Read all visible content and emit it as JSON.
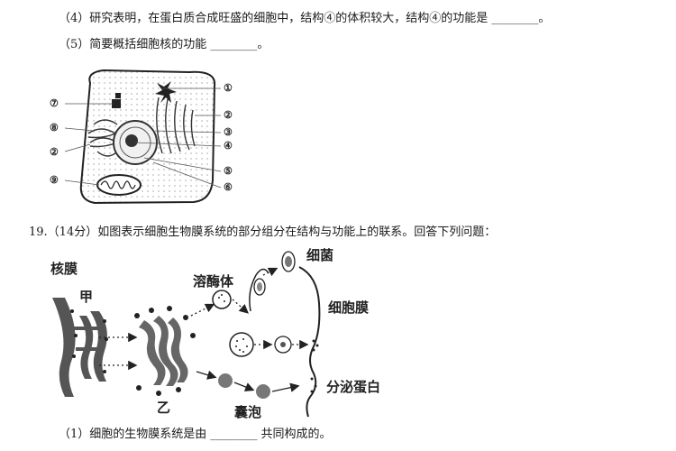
{
  "questions": {
    "q4": "（4）研究表明，在蛋白质合成旺盛的细胞中，结构④的体积较大，结构④的功能是 ________。",
    "q5": "（5）简要概括细胞核的功能 ________。",
    "q19": "19.（14分）如图表示细胞生物膜系统的部分组分在结构与功能上的联系。回答下列问题：",
    "q19_1": "（1）细胞的生物膜系统是由 ________ 共同构成的。"
  },
  "cell_figure": {
    "left_labels": [
      "⑦",
      "⑧",
      "②",
      "⑨"
    ],
    "right_labels": [
      "①",
      "②",
      "③",
      "④",
      "⑤",
      "⑥"
    ]
  },
  "membrane_figure": {
    "labels": {
      "nuclear_membrane": "核膜",
      "jia": "甲",
      "yi": "乙",
      "lysosome": "溶酶体",
      "bacteria": "细菌",
      "cell_membrane": "细胞膜",
      "vesicle": "囊泡",
      "secreted_protein": "分泌蛋白"
    }
  }
}
